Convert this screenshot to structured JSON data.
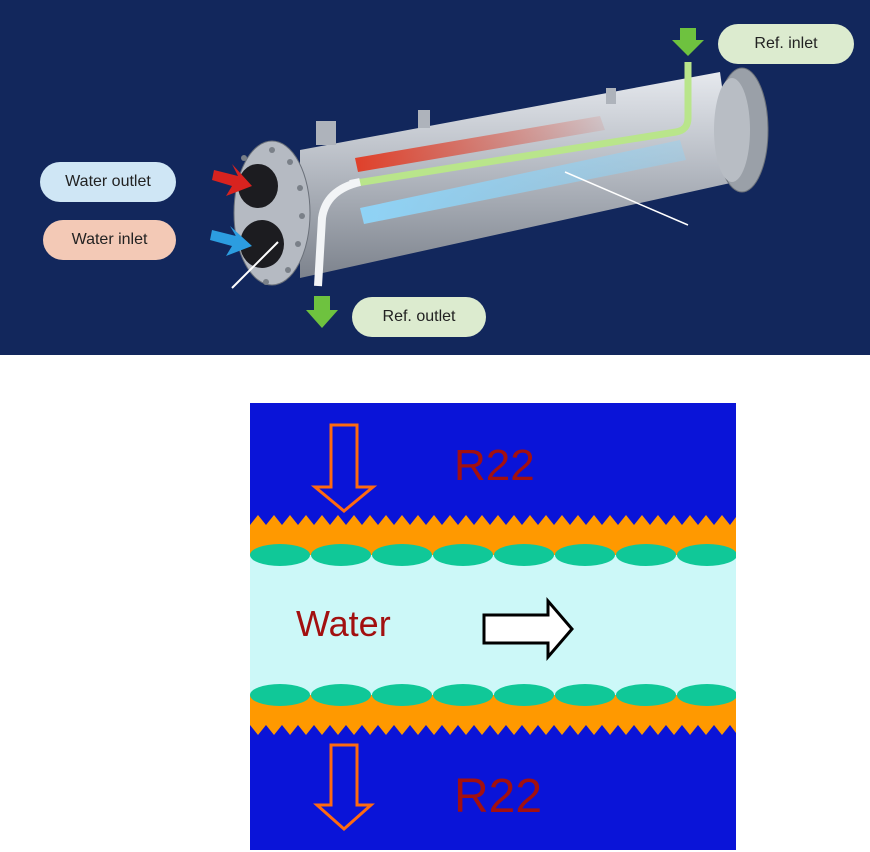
{
  "photo": {
    "labels": {
      "water_outlet": "Water outlet",
      "water_inlet": "Water inlet",
      "ref_inlet": "Ref. inlet",
      "ref_outlet": "Ref. outlet"
    },
    "colors": {
      "background": "#12275c",
      "water_outlet_pill": "#cfe6f5",
      "water_inlet_pill": "#f3c9b6",
      "ref_pill": "#dcebcf"
    }
  },
  "diagram": {
    "refrigerant_top": "R22",
    "refrigerant_bottom": "R22",
    "fluid": "Water",
    "colors": {
      "refrigerant": "#0a14d8",
      "tube_wall": "#ff9900",
      "fouling": "#10c898",
      "water": "#ccf8f8",
      "label": "#a21010"
    }
  }
}
